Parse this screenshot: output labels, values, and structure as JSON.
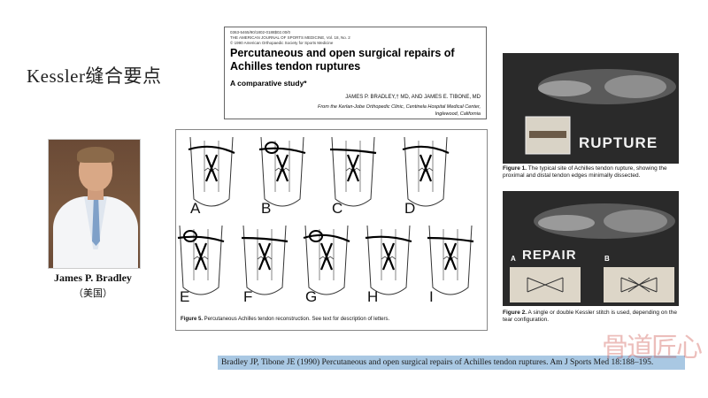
{
  "slide": {
    "title": "Kessler缝合要点"
  },
  "person": {
    "name": "James P. Bradley",
    "country": "（美国）"
  },
  "paper_header": {
    "meta_line1": "0363-5465/90/1802-0188$02.00/0",
    "meta_line2": "THE AMERICAN JOURNAL OF SPORTS MEDICINE, Vol. 18, No. 2",
    "meta_line3": "© 1990 American Orthopaedic Society for Sports Medicine",
    "title": "Percutaneous and open surgical repairs of Achilles tendon ruptures",
    "subtitle": "A comparative study*",
    "authors": "JAMES P. BRADLEY,† MD, AND JAMES E. TIBONE, MD",
    "affiliation_line1": "From the Kerlan-Jobe Orthopedic Clinic, Centinela Hospital Medical Center,",
    "affiliation_line2": "Inglewood, California"
  },
  "figure5": {
    "panel_letters": [
      "A",
      "B",
      "C",
      "D",
      "E",
      "F",
      "G",
      "H",
      "I"
    ],
    "caption_label": "Figure 5.",
    "caption_text": " Percutaneous Achilles tendon reconstruction. See text for description of letters."
  },
  "figure1": {
    "overlay_word": "RUPTURE",
    "caption_label": "Figure 1.",
    "caption_text": " The typical site of Achilles tendon rupture, showing the proximal and distal tendon edges minimally dissected."
  },
  "figure2": {
    "overlay_word": "REPAIR",
    "inset_a": "A",
    "inset_b": "B",
    "caption_label": "Figure 2.",
    "caption_text": " A single or double Kessler stitch is used, depending on the tear configuration."
  },
  "citation": "Bradley JP, Tibone JE (1990) Percutaneous and open surgical repairs of Achilles tendon ruptures. Am J Sports Med 18:188–195.",
  "watermark": "骨道匠心"
}
